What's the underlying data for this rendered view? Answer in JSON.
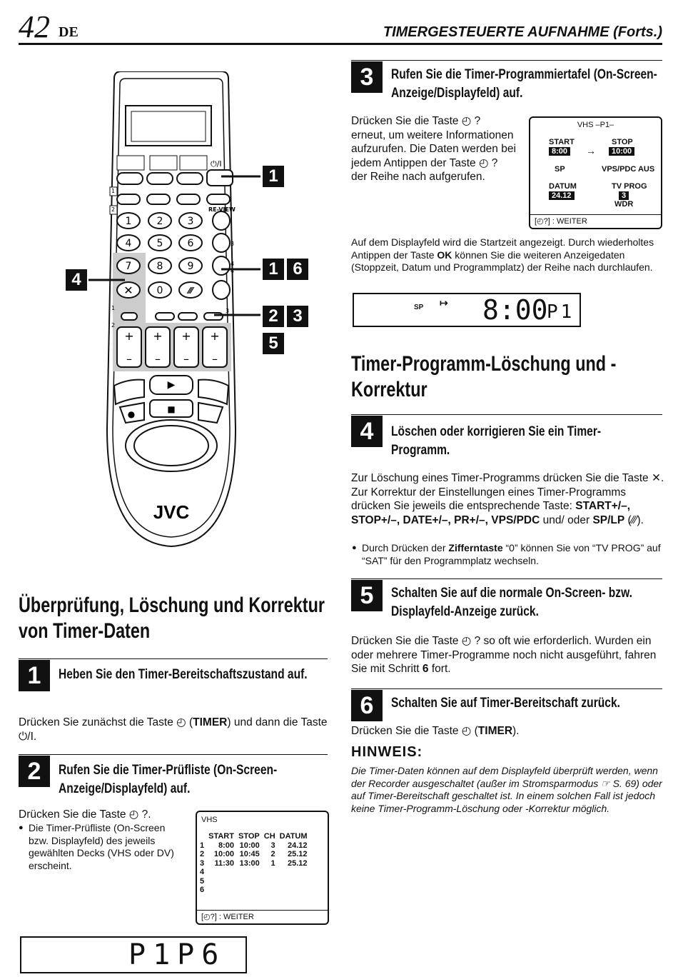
{
  "header": {
    "page_number": "42",
    "lang": "DE",
    "running_title": "TIMERGESTEUERTE AUFNAHME (Forts.)"
  },
  "remote": {
    "brand": "JVC",
    "keys": [
      "1",
      "2",
      "3",
      "4",
      "5",
      "6",
      "7",
      "8",
      "9",
      "0"
    ],
    "labels_right": [
      "1",
      "1 6",
      "2 3",
      "5"
    ],
    "labels_left": [
      "4"
    ],
    "callout_digits": [
      "1",
      "2",
      "3",
      "4",
      "4",
      "1",
      "2",
      "3"
    ],
    "review": "RE-VIEW"
  },
  "section3": {
    "step": "3",
    "heading": "Rufen Sie die Timer-Programmiertafel (On-Screen-Anzeige/Displayfeld) auf.",
    "text": "Drücken Sie die Taste ◴ ? erneut, um weitere Informationen aufzurufen. Die Daten werden bei jedem Antippen der Taste ◴ ? der Reihe nach aufgerufen.",
    "osd": {
      "title": "VHS –P1–",
      "start_label": "START",
      "start": "8:00",
      "arrow": "→",
      "stop_label": "STOP",
      "stop": "10:00",
      "sp": "SP",
      "vps": "VPS/PDC AUS",
      "datum_label": "DATUM",
      "datum": "24.12",
      "tvprog_label": "TV PROG",
      "tvprog": "3",
      "station": "WDR",
      "footer": "[◴?] : WEITER"
    },
    "text2_a": "Auf dem Displayfeld wird die Startzeit angezeigt. Durch wiederholtes Antippen der Taste ",
    "text2_ok": "OK",
    "text2_b": " können Sie die weiteren Anzeigedaten (Stoppzeit, Datum und Programmplatz) der Reihe nach durchlaufen.",
    "lcd": {
      "sp": "SP",
      "icon": "↦",
      "time": "8:00",
      "prog": "P1"
    }
  },
  "section_loeschung": {
    "heading": "Timer-Programm-Löschung und - Korrektur"
  },
  "section4": {
    "step": "4",
    "heading": "Löschen oder korrigieren Sie ein Timer-Programm.",
    "text_a": "Zur Löschung eines Timer-Programms drücken Sie die Taste ✕. Zur Korrektur der Einstellungen eines Timer-Programms drücken Sie jeweils die entsprechende Taste: ",
    "text_keys": "START+/–, STOP+/–, DATE+/–, PR+/–, VPS/PDC",
    "text_b": " und/ oder ",
    "text_splp": "SP/LP",
    "text_c": " (⁄⁄⁄).",
    "bullet_a": "Durch Drücken der ",
    "bullet_key": "Zifferntaste",
    "bullet_b": " “0” können Sie von “TV PROG” auf “SAT” für den Programmplatz wechseln."
  },
  "section5": {
    "step": "5",
    "heading": "Schalten Sie auf die normale On-Screen- bzw. Displayfeld-Anzeige zurück.",
    "text_a": "Drücken Sie die Taste ◴ ? so oft wie erforderlich. Wurden ein oder mehrere Timer-Programme noch nicht ausgeführt, fahren Sie mit Schritt ",
    "text_bold": "6",
    "text_b": " fort."
  },
  "section6": {
    "step": "6",
    "heading": "Schalten Sie auf Timer-Bereitschaft zurück.",
    "text_a": "Drücken Sie die Taste ◴ (",
    "text_bold": "TIMER",
    "text_b": ")."
  },
  "hinweis": {
    "title": "HINWEIS:",
    "text": "Die Timer-Daten können auf dem Displayfeld überprüft werden, wenn der Recorder ausgeschaltet (außer im Stromsparmodus ☞ S. 69) oder auf Timer-Bereitschaft geschaltet ist. In einem solchen Fall ist jedoch keine Timer-Programm-Löschung oder -Korrektur möglich."
  },
  "section_pruefung": {
    "heading": "Überprüfung, Löschung und Korrektur von Timer-Daten"
  },
  "section1": {
    "step": "1",
    "heading": "Heben Sie den Timer-Bereitschaftszustand auf.",
    "text_a": "Drücken Sie zunächst die Taste ◴ (",
    "text_bold": "TIMER",
    "text_b": ") und dann die Taste ⏻/I."
  },
  "section2": {
    "step": "2",
    "heading": "Rufen Sie die Timer-Prüfliste (On-Screen-Anzeige/Displayfeld) auf.",
    "text": "Drücken Sie die Taste ◴ ?.",
    "bullet": "Die Timer-Prüfliste (On-Screen bzw. Displayfeld) des jeweils gewählten Decks (VHS oder DV) erscheint.",
    "osd": {
      "title": "VHS",
      "columns": [
        "",
        "START",
        "STOP",
        "CH",
        "DATUM"
      ],
      "rows": [
        [
          "1",
          "8:00",
          "10:00",
          "3",
          "24.12"
        ],
        [
          "2",
          "10:00",
          "10:45",
          "2",
          "25.12"
        ],
        [
          "3",
          "11:30",
          "13:00",
          "1",
          "25.12"
        ],
        [
          "4",
          "",
          "",
          "",
          ""
        ],
        [
          "5",
          "",
          "",
          "",
          ""
        ],
        [
          "6",
          "",
          "",
          "",
          ""
        ]
      ],
      "footer": "[◴?] : WEITER"
    },
    "lcd": "P1P6"
  }
}
